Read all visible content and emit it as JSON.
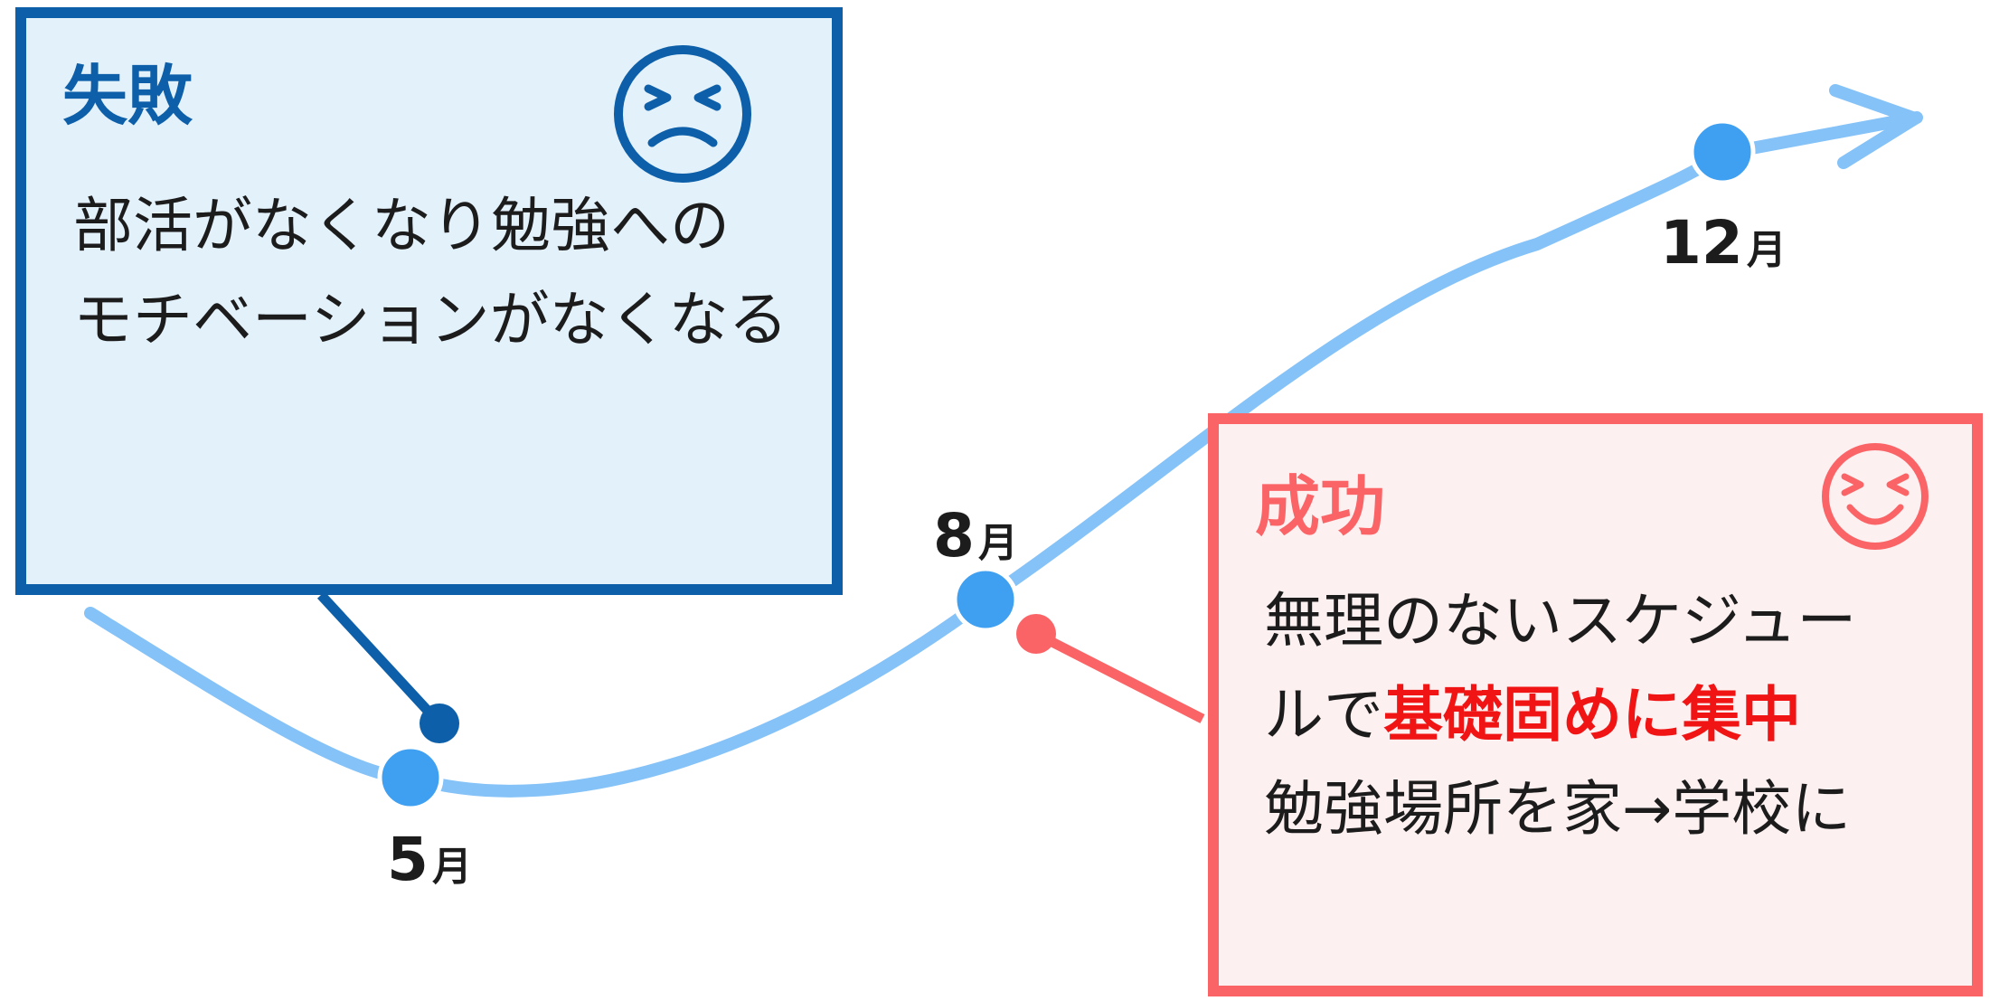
{
  "failure": {
    "title": "失敗",
    "lines": [
      "部活がなくなり勉強への",
      "モチベーションがなくなる"
    ],
    "face_icon": "grimace-face-icon",
    "color": "#0c5fa8",
    "background": "#e3f1fb"
  },
  "success": {
    "title": "成功",
    "line1": "無理のないスケジュー",
    "line2_prefix": "ルで",
    "line2_highlight": "基礎固めに集中",
    "line3": "勉強場所を家→学校に",
    "face_icon": "happy-squint-face-icon",
    "color": "#fb6467",
    "highlight_color": "#f01414",
    "background": "#fdf0f0"
  },
  "timeline": {
    "line_color": "#84c2f8",
    "point_color": "#3fa0f2",
    "points": [
      {
        "num": "5",
        "unit": "月"
      },
      {
        "num": "8",
        "unit": "月"
      },
      {
        "num": "12",
        "unit": "月"
      }
    ]
  }
}
